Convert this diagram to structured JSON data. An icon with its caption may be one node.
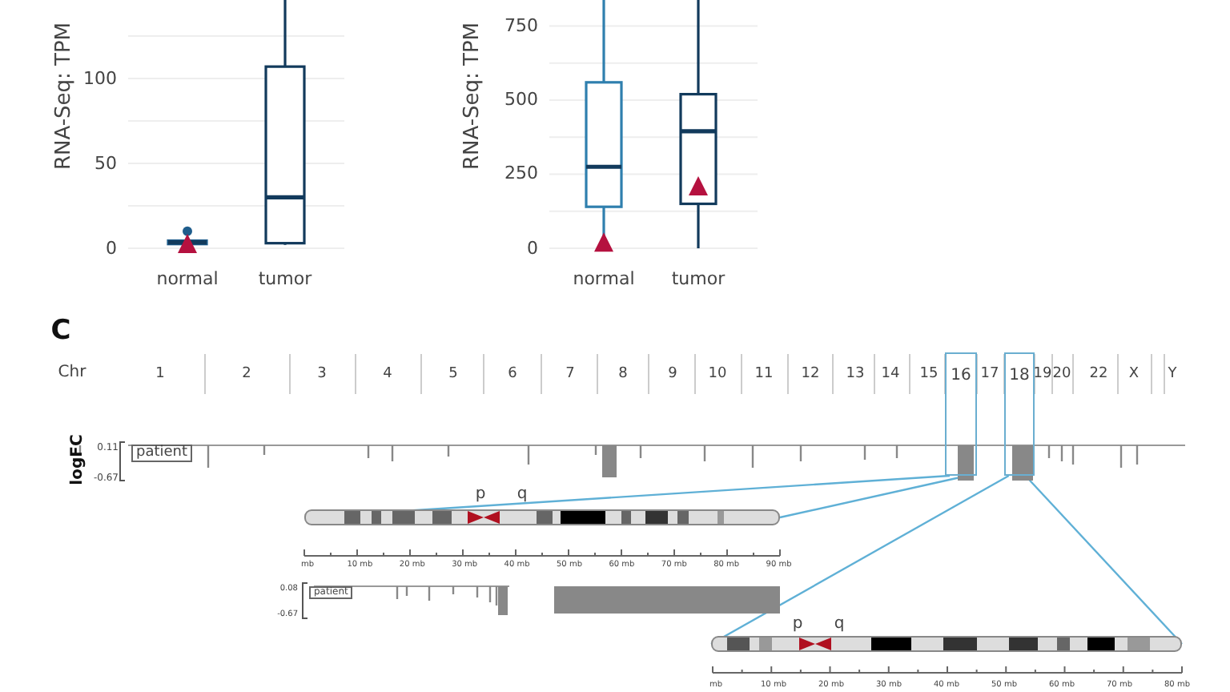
{
  "diagram": {
    "nodes": [
      {
        "text": [
          "16"
        ]
      },
      {
        "text": [
          "18"
        ]
      },
      {
        "text": [],
        "shape": "bar"
      },
      {
        "text": [],
        "shape": "bar"
      }
    ],
    "edges": [
      {
        "from": 0,
        "to": 2,
        "arrow": "none"
      },
      {
        "from": 0,
        "to": 2,
        "arrow": "none"
      },
      {
        "from": 1,
        "to": 3,
        "arrow": "none"
      },
      {
        "from": 1,
        "to": 3,
        "arrow": "none"
      }
    ],
    "labels": [
      "RNA-Seq: TPM",
      "100",
      "50",
      "0",
      "normal",
      "tumor",
      "RNA-Seq: TPM",
      "750",
      "500",
      "250",
      "0",
      "normal",
      "tumor",
      "C",
      "Chr",
      "1",
      "2",
      "3",
      "4",
      "5",
      "6",
      "7",
      "8",
      "9",
      "10",
      "11",
      "12",
      "13",
      "14",
      "15",
      "17",
      "19",
      "20",
      "22",
      "X",
      "Y",
      "logFC",
      "0.11",
      "-0.67",
      "patient",
      "p",
      "q",
      "mb",
      "10 mb",
      "20 mb",
      "30 mb",
      "40 mb",
      "50 mb",
      "60 mb",
      "70 mb",
      "80 mb",
      "90 mb",
      "0.08",
      "-0.67",
      "patient",
      "p",
      "q",
      "mb",
      "10 mb",
      "20 mb",
      "30 mb",
      "40 mb",
      "50 mb",
      "60 mb",
      "70 mb",
      "80 mb"
    ]
  }
}
